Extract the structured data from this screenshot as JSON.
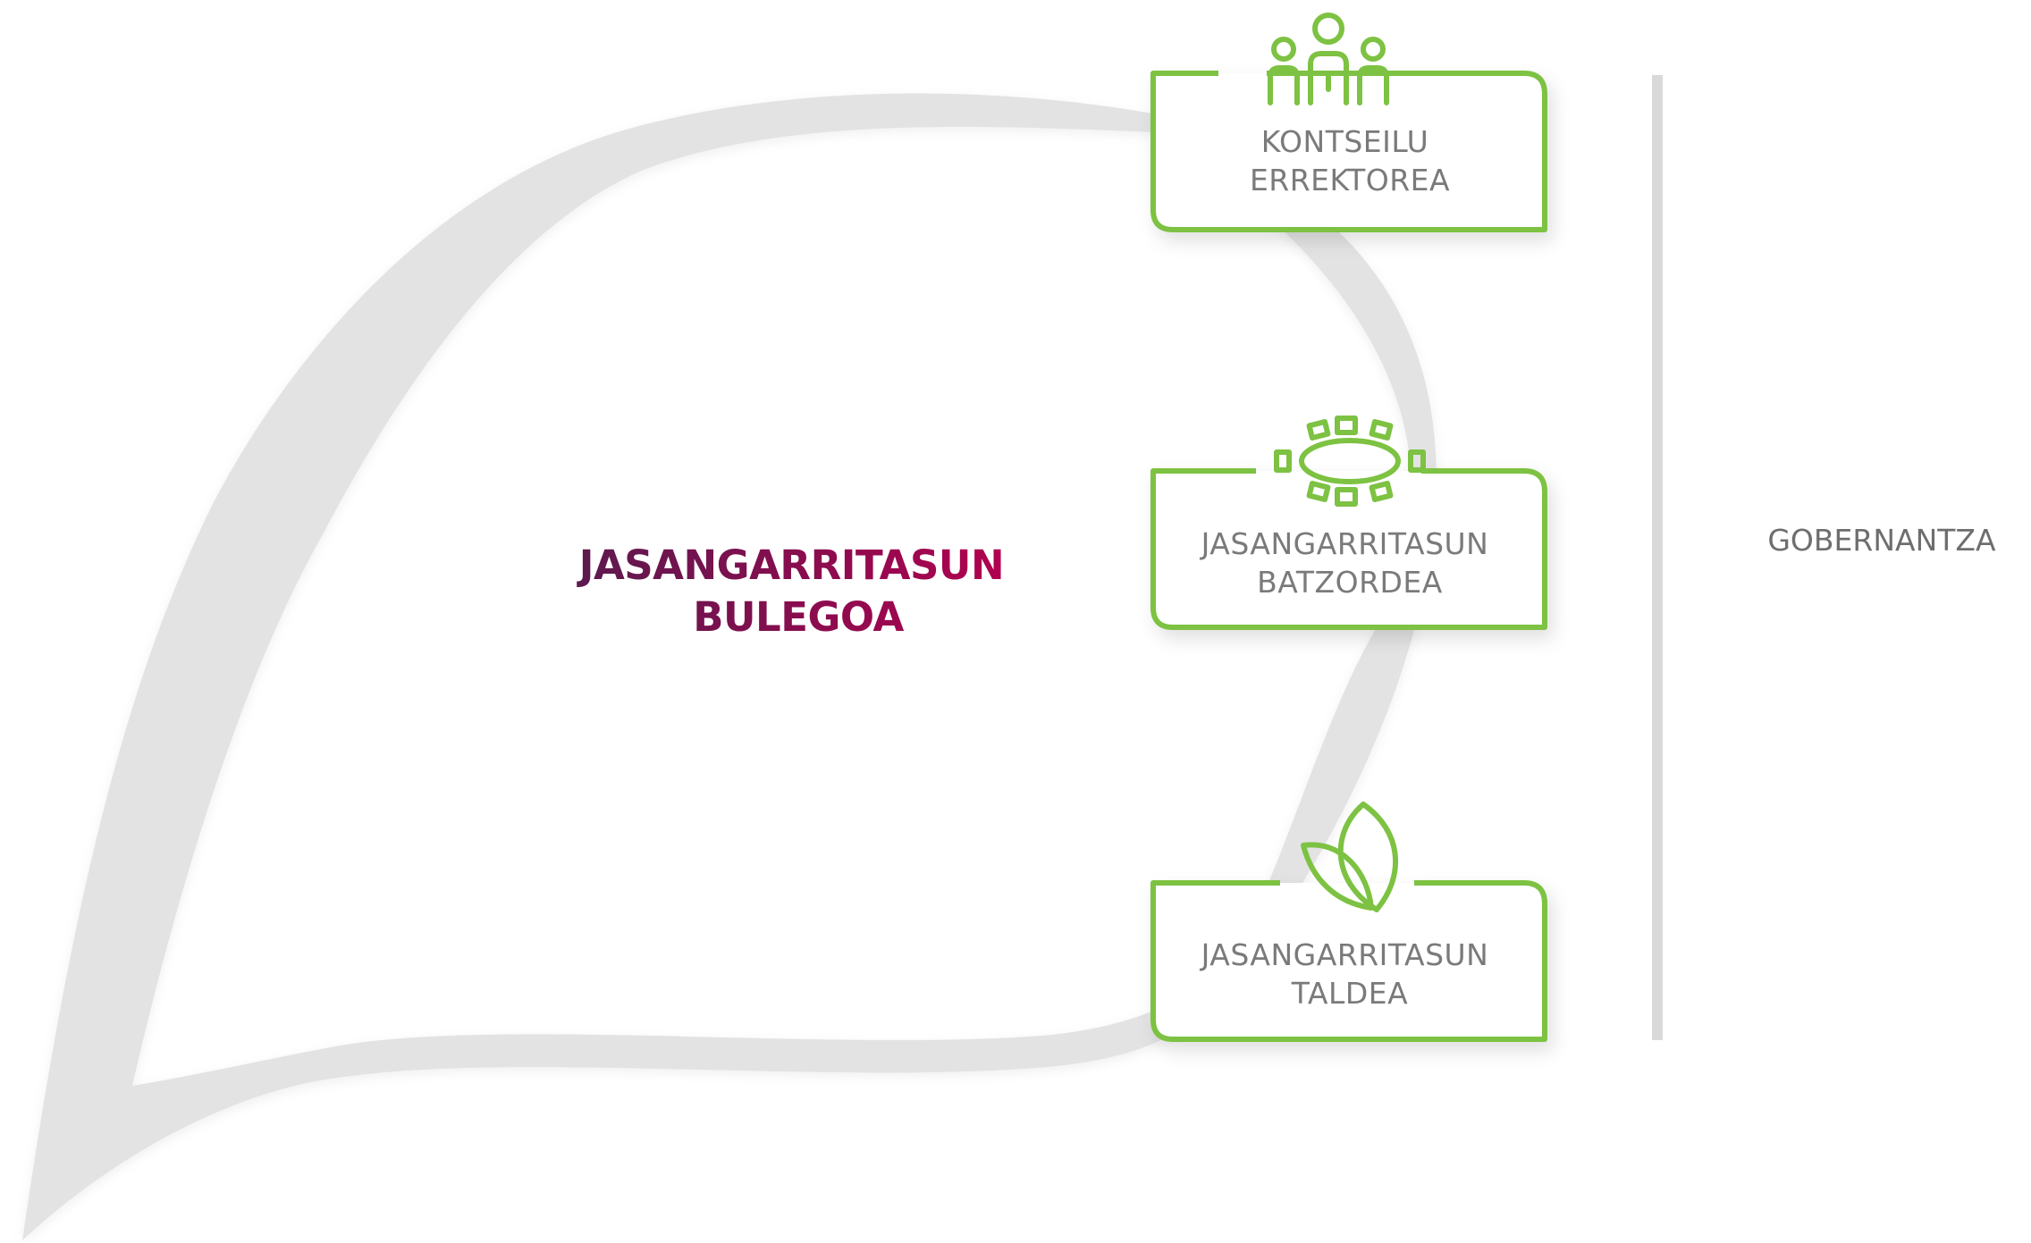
{
  "center": {
    "line1": "JASANGARRITASUN",
    "line2": "BULEGOA",
    "gradient_start": "#5c1a4e",
    "gradient_end": "#b3004f"
  },
  "boxes": [
    {
      "line1": "KONTSEILU",
      "line2": "ERREKTOREA",
      "icon": "people-icon"
    },
    {
      "line1": "JASANGARRITASUN",
      "line2": "BATZORDEA",
      "icon": "meeting-table-icon"
    },
    {
      "line1": "JASANGARRITASUN",
      "line2": "TALDEA",
      "icon": "leaf-icon"
    }
  ],
  "side_label": "GOBERNANTZA",
  "colors": {
    "accent_green": "#7dc242",
    "loop_gray": "#e3e3e3",
    "divider_gray": "#d6d6d6",
    "text_gray": "#7a7a7a"
  }
}
